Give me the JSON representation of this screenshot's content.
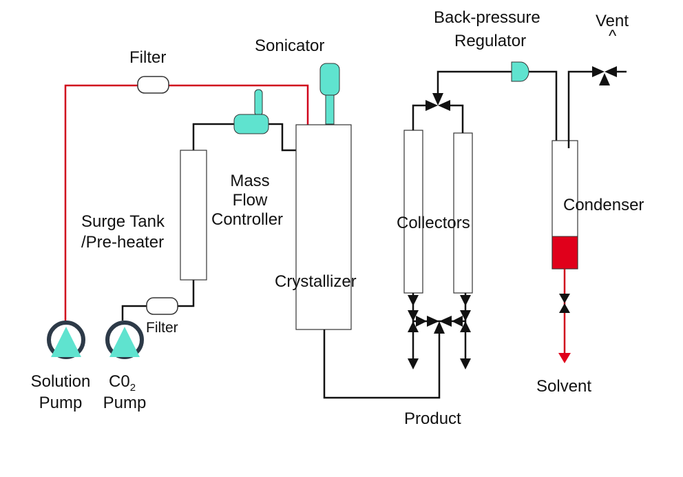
{
  "labels": {
    "filter_top": "Filter",
    "sonicator": "Sonicator",
    "back_pressure_1": "Back-pressure",
    "back_pressure_2": "Regulator",
    "vent": "Vent",
    "vent_caret": "^",
    "mass_flow_1": "Mass",
    "mass_flow_2": "Flow",
    "mass_flow_3": "Controller",
    "surge_1": "Surge Tank",
    "surge_2": "/Pre-heater",
    "crystallizer": "Crystallizer",
    "collectors": "Collectors",
    "condenser": "Condenser",
    "filter_bottom": "Filter",
    "solution_1": "Solution",
    "solution_2": "Pump",
    "co2_main": "C0",
    "co2_sub": "2",
    "co2_2": "Pump",
    "product": "Product",
    "solvent": "Solvent"
  },
  "colors": {
    "line": "#111111",
    "solution_line": "#d0021b",
    "component_fill": "#5fe3cf",
    "condenser_fill": "#e0001b",
    "pump_ring": "#2d3a48"
  }
}
